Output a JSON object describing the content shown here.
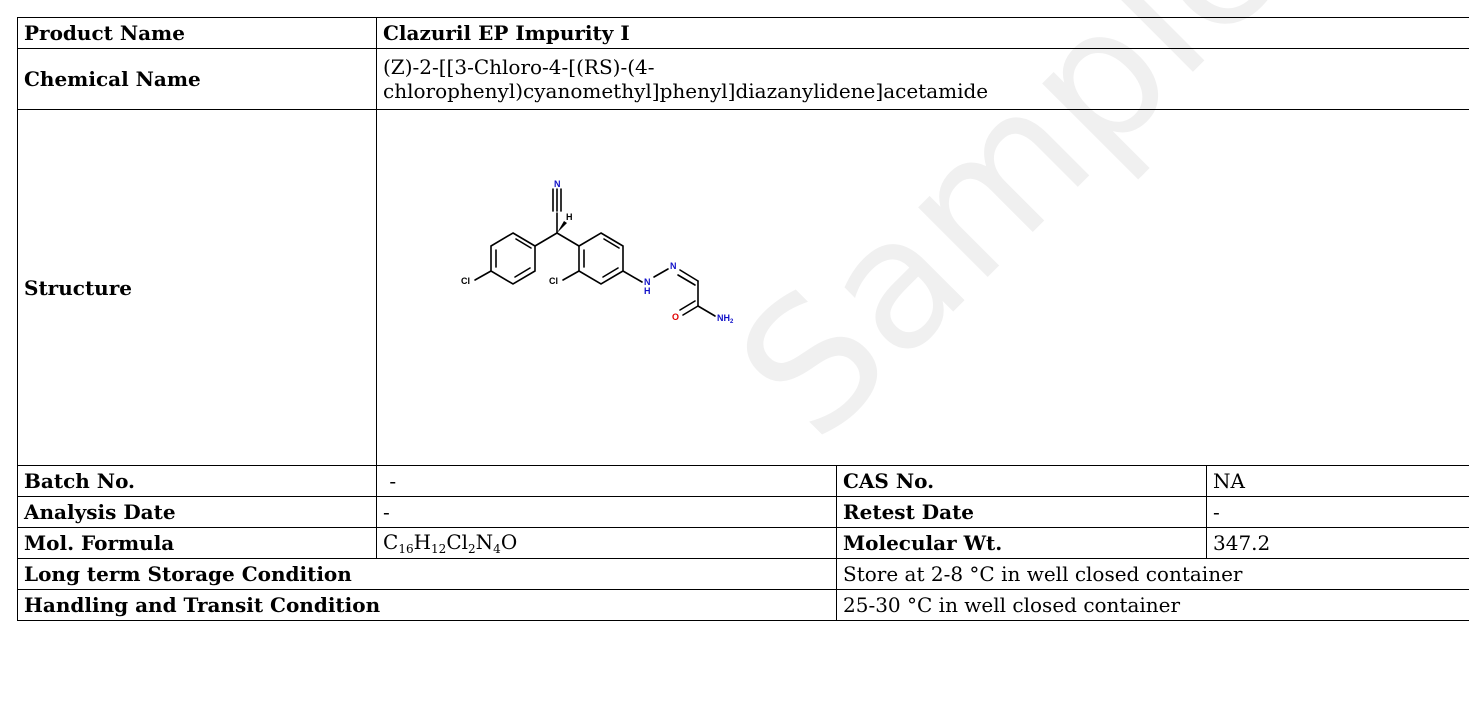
{
  "watermark": "Sample COA",
  "product": {
    "label": "Product Name",
    "value": "Clazuril EP Impurity I"
  },
  "chemical": {
    "label": "Chemical Name",
    "value_line1": "(Z)-2-[[3-Chloro-4-[(RS)-(4-",
    "value_line2": "chlorophenyl)cyanomethyl]phenyl]diazanylidene]acetamide"
  },
  "structure": {
    "label": "Structure",
    "atoms": {
      "n_top": "N",
      "h_stereo": "H",
      "cl_left": "Cl",
      "cl_ring": "Cl",
      "n_hydrazone": "N",
      "nh": "N",
      "h_nh": "H",
      "o": "O",
      "nh2": "NH",
      "nh2_sub": "2"
    },
    "colors": {
      "bond": "#000000",
      "nitrogen": "#1010c8",
      "oxygen": "#e00000",
      "chlorine": "#000000"
    }
  },
  "batch": {
    "label": "Batch No.",
    "value": "-"
  },
  "cas": {
    "label": "CAS No.",
    "value": "NA"
  },
  "analysis": {
    "label": "Analysis Date",
    "value": "-"
  },
  "retest": {
    "label": "Retest Date",
    "value": "-"
  },
  "formula": {
    "label": "Mol. Formula",
    "parts": [
      {
        "el": "C",
        "n": "16"
      },
      {
        "el": "H",
        "n": "12"
      },
      {
        "el": "Cl",
        "n": "2"
      },
      {
        "el": "N",
        "n": "4"
      },
      {
        "el": "O",
        "n": ""
      }
    ]
  },
  "molwt": {
    "label": "Molecular Wt.",
    "value": "347.2"
  },
  "storage": {
    "label": "Long term Storage Condition",
    "value": "Store at 2-8 °C in well closed container"
  },
  "handling": {
    "label": "Handling and Transit Condition",
    "value": "25-30 °C in well closed container"
  }
}
